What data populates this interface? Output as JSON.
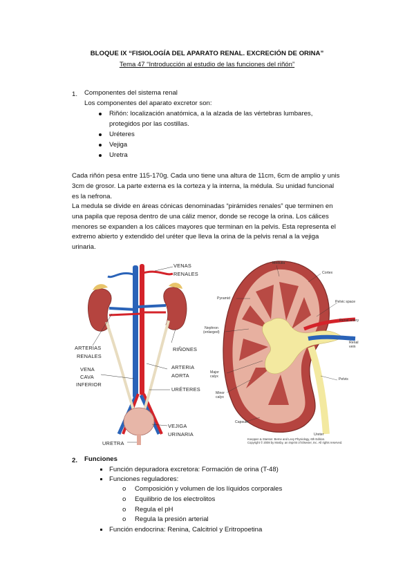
{
  "header": {
    "title": "BLOQUE IX “FISIOLOGÍA DEL APARATO RENAL. EXCRECIÓN DE ORINA”",
    "subtitle": "Tema 47 “Introducción al estudio de las funciones del riñón”"
  },
  "section1": {
    "number": "1.",
    "heading": "Componentes del sistema renal",
    "intro": "Los componentes del aparato excretor son:",
    "items": [
      "Riñón: localización anatómica, a la alzada de las vértebras lumbares,",
      "protegidos por las costillas.",
      "Uréteres",
      "Vejiga",
      "Uretra"
    ],
    "paragraph1": [
      "Cada riñón pesa entre 115-170g. Cada uno tiene una altura de 11cm, 6cm de amplio y unis",
      "3cm de grosor. La parte externa es la corteza y la interna, la médula. Su unidad funcional",
      "es la nefrona."
    ],
    "paragraph2": [
      "La medula se divide en áreas cónicas denominadas “pirámides renales” que terminen en",
      "una papila que reposa dentro de una cáliz menor, donde se recoge la orina. Los cálices",
      "menores se expanden a los cálices mayores que terminan en la pelvis. Esta representa el",
      "extremo abierto y extendido del uréter que lleva la orina de la pelvis renal a la vejiga",
      "urinaria."
    ]
  },
  "figure_left": {
    "labels": {
      "venas_renales": [
        "VENAS",
        "RENALES"
      ],
      "arterias_renales": [
        "ARTERIAS",
        "RENALES"
      ],
      "rinones": "RIÑONES",
      "arteria_aorta": [
        "ARTERIA",
        "AORTA"
      ],
      "vena_cava": [
        "VENA",
        "CAVA",
        "INFERIOR"
      ],
      "ureteres": "URÉTERES",
      "vejiga": [
        "VEJIGA",
        "URINARIA"
      ],
      "uretra": "URETRA"
    }
  },
  "figure_right": {
    "labels": {
      "medulla": "Medulla",
      "cortex": "Cortex",
      "pyramid": "Pyramid",
      "pelvic_space": "Pelvic space",
      "renal_artery": "Renal artery",
      "nephron": [
        "Nephron",
        "(enlarged)"
      ],
      "renal_vein": [
        "Renal",
        "vein"
      ],
      "major_calyx": [
        "Major",
        "calyx"
      ],
      "pelvis": "Pelvis",
      "minor_calyx": [
        "Minor",
        "calyx"
      ],
      "capsule": "Capsule",
      "ureter": "Ureter",
      "credit": [
        "Koeppen & Stanton: Berne and Levy Physiology, 6th Edition.",
        "Copyright © 2008 by Mosby, an imprint of Elsevier, Inc. All rights reserved."
      ]
    }
  },
  "section2": {
    "number": "2.",
    "heading": "Funciones",
    "items": [
      "Función depuradora excretora: Formación de orina (T-48)",
      "Funciones reguladores:",
      "Función endocrina: Renina, Calcitriol y Eritropoetina"
    ],
    "subitems": [
      "Composición y volumen de los líquidos corporales",
      "Equilibrio de los electrolitos",
      "Regula el pH",
      "Regula la presión arterial"
    ],
    "sub_marker": "o"
  },
  "colors": {
    "artery": "#d4232a",
    "vein": "#2a63b8",
    "kidney": "#b5443f",
    "cortex": "#e7b0a0",
    "urine": "#f3e9a0"
  }
}
